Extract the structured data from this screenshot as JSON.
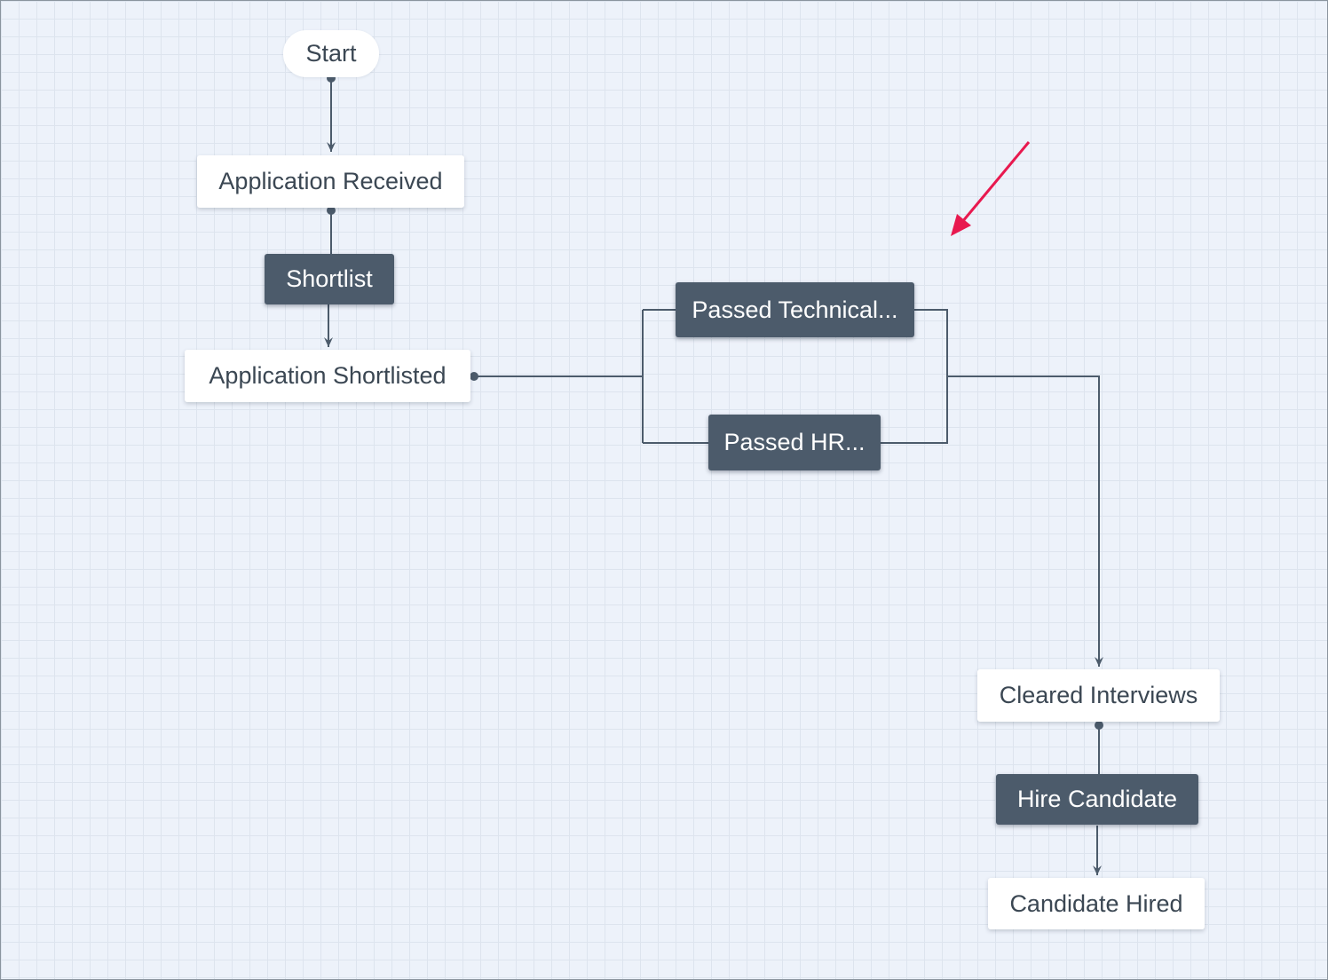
{
  "diagram": {
    "start": {
      "label": "Start"
    },
    "states": {
      "application_received": "Application Received",
      "application_shortlisted": "Application Shortlisted",
      "cleared_interviews": "Cleared Interviews",
      "candidate_hired": "Candidate Hired"
    },
    "actions": {
      "shortlist": "Shortlist",
      "passed_technical": "Passed Technical...",
      "passed_hr": "Passed HR...",
      "hire_candidate": "Hire Candidate"
    }
  },
  "colors": {
    "canvas_background": "#edf2fa",
    "grid_line": "#dde4ee",
    "action_fill": "#4c5b6b",
    "state_fill": "#ffffff",
    "connector": "#4c5b6b",
    "annotation_arrow": "#e8194f"
  }
}
